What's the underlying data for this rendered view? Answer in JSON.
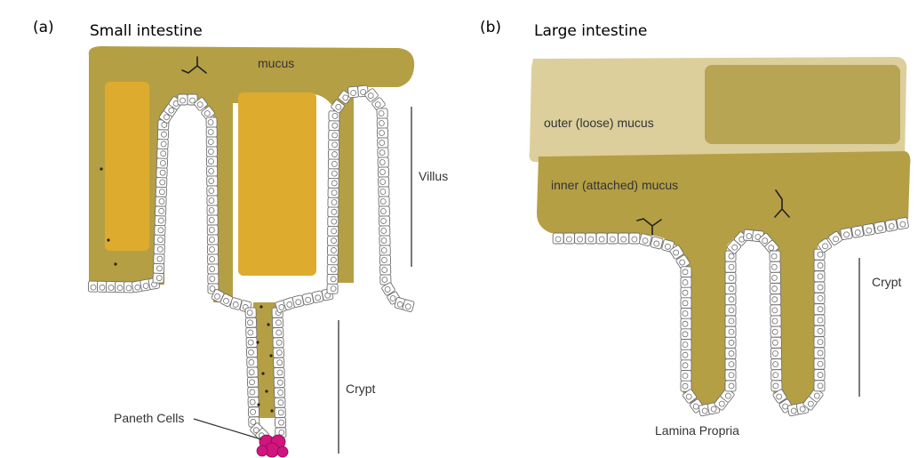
{
  "panels": [
    {
      "letter": "(a)",
      "title": "Small intestine",
      "labels": {
        "mucus": "mucus",
        "villus": "Villus",
        "crypt": "Crypt",
        "paneth": "Paneth Cells"
      }
    },
    {
      "letter": "(b)",
      "title": "Large intestine",
      "labels": {
        "outer_mucus": "outer (loose) mucus",
        "inner_mucus": "inner (attached) mucus",
        "crypt": "Crypt",
        "lamina": "Lamina Propria"
      }
    }
  ],
  "colors": {
    "mucus": "#b59f45",
    "outer_mucus": "#dccf9c",
    "outer_block": "#b8a553",
    "highlight": "#ddac2e",
    "cell_fill": "#ffffff",
    "cell_stroke": "#6e6e6e",
    "paneth": "#d0157d",
    "antibody": "#222222"
  }
}
